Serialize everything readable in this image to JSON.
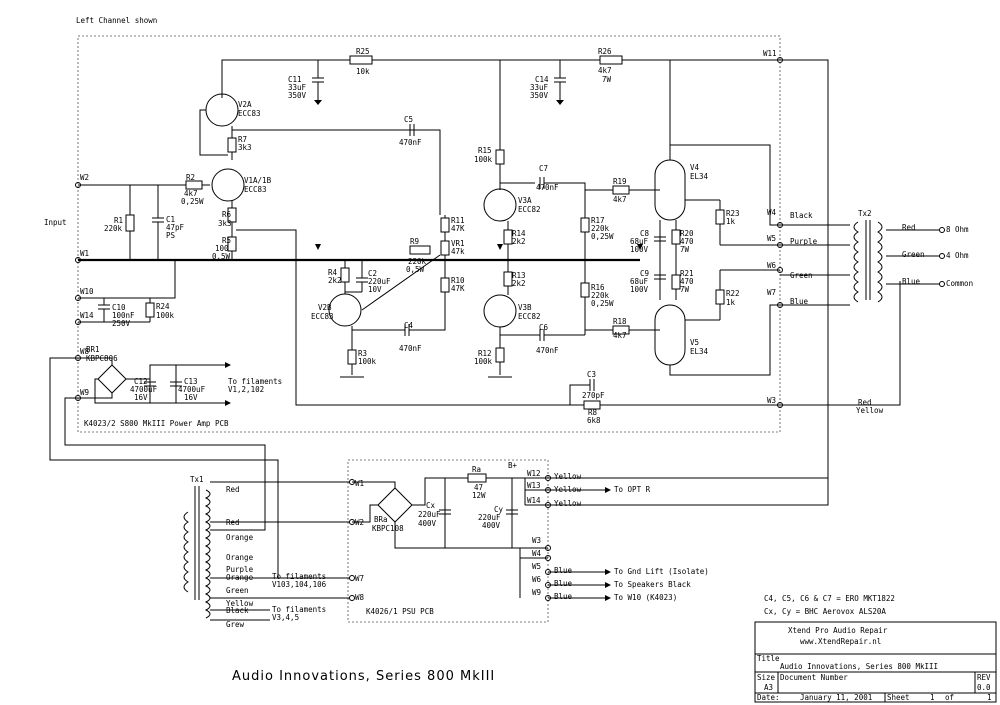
{
  "header_note": "Left Channel shown",
  "main_title": "Audio Innovations, Series 800 MkIII",
  "pcb_labels": {
    "power_amp": "K4023/2 S800 MkIII Power Amp PCB",
    "psu": "K4026/1 PSU PCB"
  },
  "title_block": {
    "company": "Xtend Pro Audio Repair",
    "url": "www.XtendRepair.nl",
    "title_label": "Title",
    "title": "Audio Innovations, Series 800 MkIII",
    "size_label": "Size",
    "size": "A3",
    "doc_label": "Document Number",
    "rev_label": "REV",
    "rev": "0.0",
    "date_label": "Date:",
    "date": "January 11, 2001",
    "sheet_label": "Sheet",
    "sheet": "1",
    "of": "of",
    "total": "1"
  },
  "notes": {
    "line1": "C4, C5, C6 & C7 = ERO MKT1822",
    "line2": "Cx, Cy = BHC Aerovox ALS20A"
  },
  "terminals": {
    "input": "Input",
    "ohm8": "8 Ohm",
    "ohm4": "4 Ohm",
    "common": "Common",
    "tx2": "Tx2",
    "tx1": "Tx1",
    "to_filaments_a": "To filaments",
    "to_filaments_a2": "V1,2,102",
    "to_filaments_b": "To filaments",
    "to_filaments_b2": "V103,104,106",
    "to_filaments_c": "To filaments",
    "to_filaments_c2": "V3,4,5",
    "to_opt_r": "To OPT R",
    "to_gnd_lift": "To Gnd Lift (Isolate)",
    "to_speakers": "To Speakers Black",
    "to_w10": "To W10 (K4023)",
    "bplus": "B+"
  },
  "wires": {
    "red": "Red",
    "green": "Green",
    "blue": "Blue",
    "black": "Black",
    "purple": "Purple",
    "yellow": "Yellow",
    "orange": "Orange",
    "grew": "Grew"
  }
}
